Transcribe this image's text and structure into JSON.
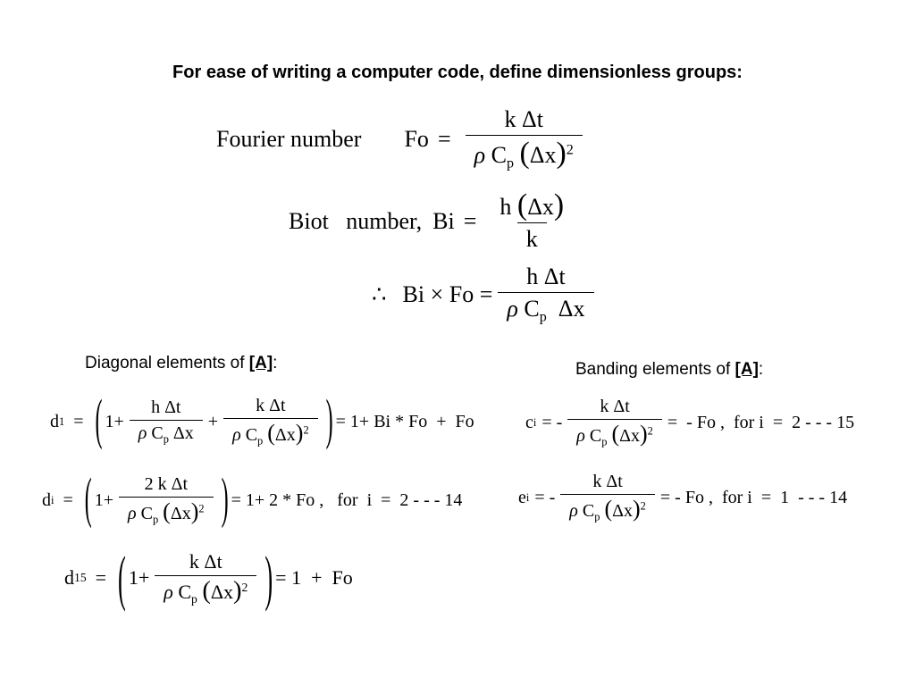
{
  "heading": "For ease of writing a computer code, define dimensionless groups:",
  "fourier": {
    "label": "Fourier number",
    "symbol": "Fo",
    "eq": "=",
    "num": "k Δt",
    "den_rho": "ρ",
    "den_c": "C",
    "den_p": "p",
    "den_dx": "Δx",
    "den_exp": "2"
  },
  "biot": {
    "label": "Biot   number,",
    "symbol": "Bi",
    "eq": "=",
    "num_h": "h",
    "num_dx": "Δx",
    "den": "k"
  },
  "product": {
    "therefore": "∴",
    "lhs": "Bi × Fo =",
    "num": "h Δt",
    "den_rho": "ρ",
    "den_c": "C",
    "den_p": "p",
    "den_dx": "Δx"
  },
  "captions": {
    "diagonal_pre": "Diagonal elements of ",
    "diagonal_ref": "[A]",
    "diagonal_post": ":",
    "banding_pre": "Banding elements of ",
    "banding_ref": "[A]",
    "banding_post": ":"
  },
  "d1": {
    "lhs": "d",
    "sub": "1",
    "eq": "=",
    "one": "1+",
    "f1_num": "h Δt",
    "f1_den_rho": "ρ",
    "f1_den_c": "C",
    "f1_den_p": "p",
    "f1_den_dx": "Δx",
    "plus": "+",
    "f2_num": "k Δt",
    "f2_den_rho": "ρ",
    "f2_den_c": "C",
    "f2_den_p": "p",
    "f2_den_dx": "Δx",
    "f2_den_exp": "2",
    "rhs": "= 1+ Bi * Fo  +  Fo"
  },
  "di": {
    "lhs": "d",
    "sub": "i",
    "eq": "=",
    "one": "1+",
    "num": "2 k Δt",
    "den_rho": "ρ",
    "den_c": "C",
    "den_p": "p",
    "den_dx": "Δx",
    "den_exp": "2",
    "rhs": "= 1+ 2 * Fo ,   for  i  =  2 - - - 14"
  },
  "d15": {
    "lhs": "d",
    "sub": "15",
    "eq": "=",
    "one": "1+",
    "num": "k Δt",
    "den_rho": "ρ",
    "den_c": "C",
    "den_p": "p",
    "den_dx": "Δx",
    "den_exp": "2",
    "rhs": "= 1  +  Fo"
  },
  "ci": {
    "lhs": "c",
    "sub": "i",
    "eq": "= -",
    "num": "k Δt",
    "den_rho": "ρ",
    "den_c": "C",
    "den_p": "p",
    "den_dx": "Δx",
    "den_exp": "2",
    "rhs": "=  - Fo ,  for i  =  2 - - - 15"
  },
  "ei": {
    "lhs": "e",
    "sub": "i",
    "eq": "= -",
    "num": "k Δt",
    "den_rho": "ρ",
    "den_c": "C",
    "den_p": "p",
    "den_dx": "Δx",
    "den_exp": "2",
    "rhs": "= - Fo ,  for i  =  1  - - - 14"
  }
}
